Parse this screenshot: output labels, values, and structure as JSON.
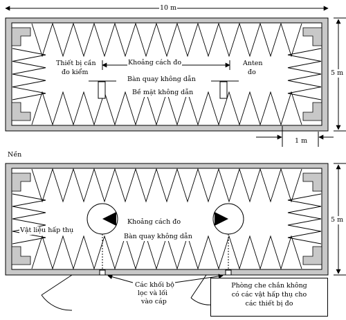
{
  "dims": {
    "length": "10 m",
    "width_top": "5 m",
    "width_bottom": "5 m",
    "corner": "1 m"
  },
  "top_view": {
    "eut": [
      "Thiết bị cần",
      "đo kiểm"
    ],
    "distance": "Khoảng cách đo",
    "antenna": [
      "Anten",
      "đo"
    ],
    "turntable": "Bàn quay không dẫn",
    "surface": "Bề mặt không dẫn"
  },
  "floor_label": "Nền",
  "bottom_view": {
    "distance": "Khoảng cách đo",
    "absorber": "Vật liệu hấp thụ",
    "turntable": "Bàn quay không dẫn",
    "filters": [
      "Các khối bộ",
      "lọc và lối",
      "vào cáp"
    ],
    "chamber_note": [
      "Phòng che chắn không",
      "có các vật hấp thụ cho",
      "các thiết bị đo"
    ]
  },
  "colors": {
    "wall": "#c8c8c8",
    "line": "#000000",
    "background": "#ffffff"
  }
}
